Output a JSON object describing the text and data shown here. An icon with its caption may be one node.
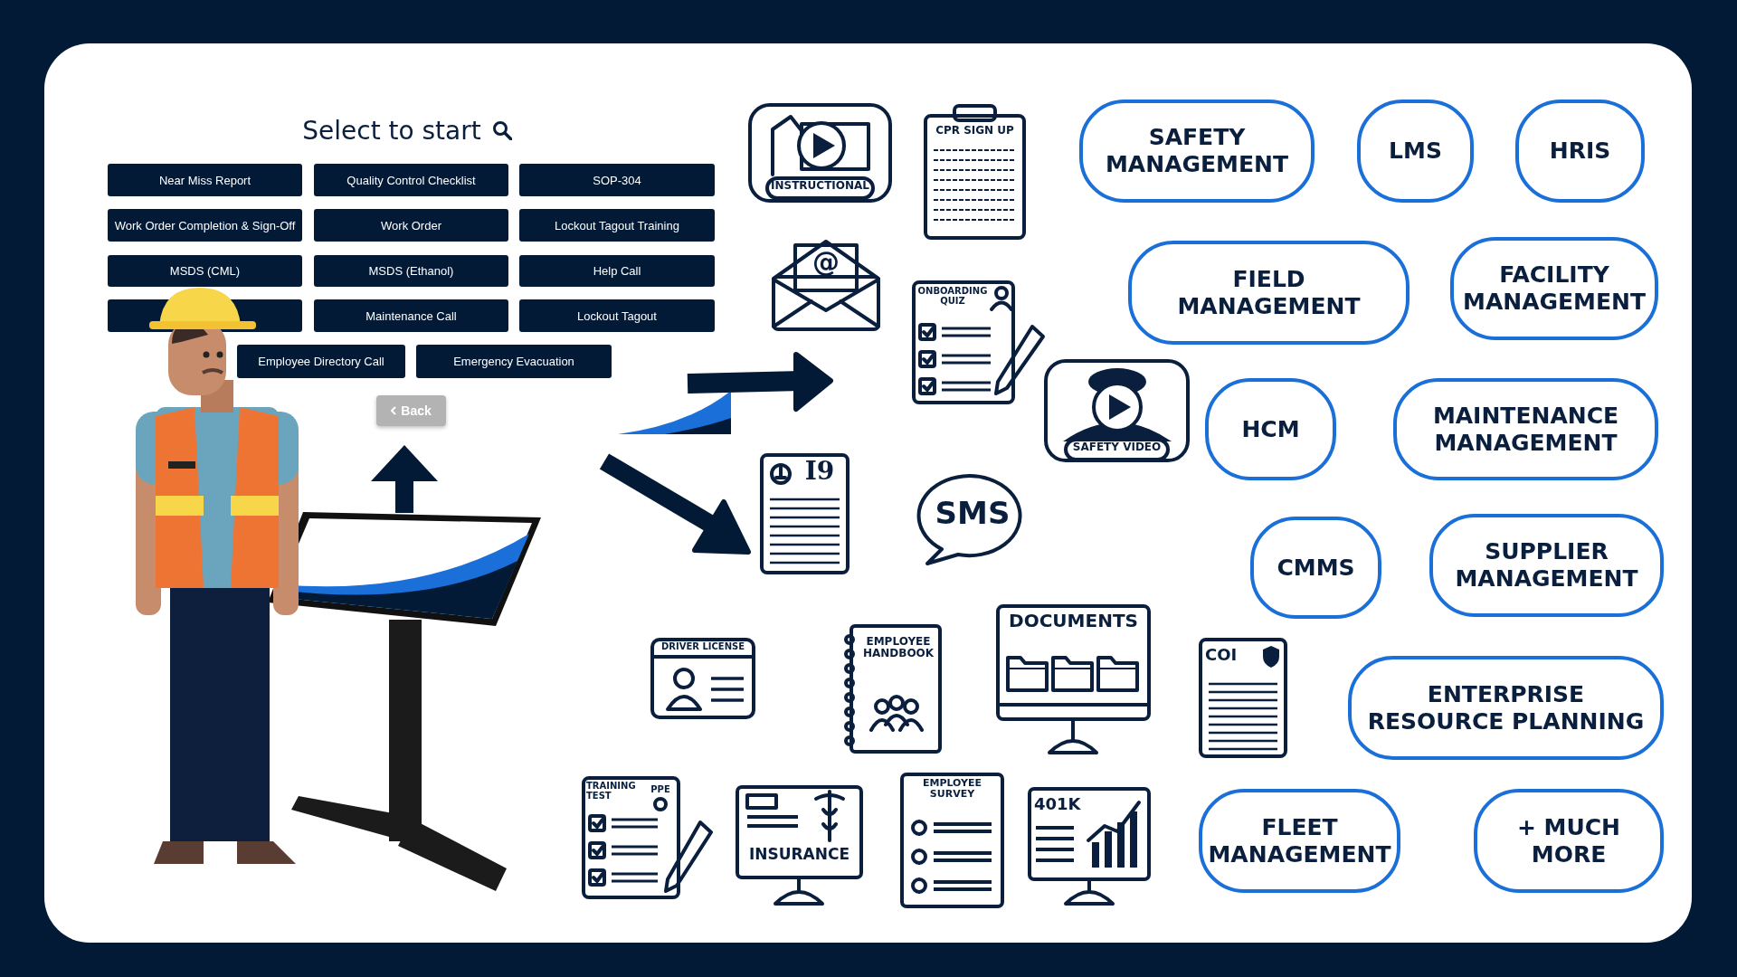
{
  "diagram": {
    "title": "Select to start",
    "nodes": [
      {
        "text": [
          "Near Miss Report"
        ]
      },
      {
        "text": [
          "Quality Control Checklist"
        ]
      },
      {
        "text": [
          "SOP-304"
        ]
      },
      {
        "text": [
          "Work Order Completion & Sign-Off"
        ]
      },
      {
        "text": [
          "Work Order"
        ]
      },
      {
        "text": [
          "Lockout Tagout Training"
        ]
      },
      {
        "text": [
          "MSDS (CML)"
        ]
      },
      {
        "text": [
          "MSDS (Ethanol)"
        ]
      },
      {
        "text": [
          "Help Call"
        ]
      },
      {
        "text": [],
        "shape": "box"
      },
      {
        "text": [
          "Maintenance Call"
        ]
      },
      {
        "text": [
          "Lockout Tagout"
        ]
      },
      {
        "text": [
          "Employee Directory Call"
        ]
      },
      {
        "text": [
          "Emergency Evacuation"
        ]
      },
      {
        "text": [
          "Back"
        ]
      },
      {
        "text": [
          "INSTRUCTIONAL"
        ]
      },
      {
        "text": [
          "CPR SIGN UP"
        ]
      },
      {
        "text": [
          "@"
        ]
      },
      {
        "text": [
          "ONBOARDING QUIZ"
        ]
      },
      {
        "text": [
          "SAFETY VIDEO"
        ]
      },
      {
        "text": [
          "I9"
        ]
      },
      {
        "text": [
          "SMS"
        ]
      },
      {
        "text": [
          "DRIVER LICENSE"
        ]
      },
      {
        "text": [
          "EMPLOYEE HANDBOOK"
        ]
      },
      {
        "text": [
          "DOCUMENTS"
        ]
      },
      {
        "text": [
          "COI"
        ]
      },
      {
        "text": [
          "TRAINING TEST",
          "PPE"
        ]
      },
      {
        "text": [
          "INSURANCE"
        ]
      },
      {
        "text": [
          "EMPLOYEE SURVEY"
        ]
      },
      {
        "text": [
          "401K"
        ]
      },
      {
        "text": [
          "SAFETY MANAGEMENT"
        ]
      },
      {
        "text": [
          "LMS"
        ]
      },
      {
        "text": [
          "HRIS"
        ]
      },
      {
        "text": [
          "FIELD MANAGEMENT"
        ]
      },
      {
        "text": [
          "FACILITY MANAGEMENT"
        ]
      },
      {
        "text": [
          "HCM"
        ]
      },
      {
        "text": [
          "MAINTENANCE MANAGEMENT"
        ]
      },
      {
        "text": [
          "CMMS"
        ]
      },
      {
        "text": [
          "SUPPLIER MANAGEMENT"
        ]
      },
      {
        "text": [
          "ENTERPRISE RESOURCE PLANNING"
        ]
      },
      {
        "text": [
          "FLEET MANAGEMENT"
        ]
      },
      {
        "text": [
          "+ MUCH MORE"
        ]
      }
    ],
    "edges": []
  }
}
